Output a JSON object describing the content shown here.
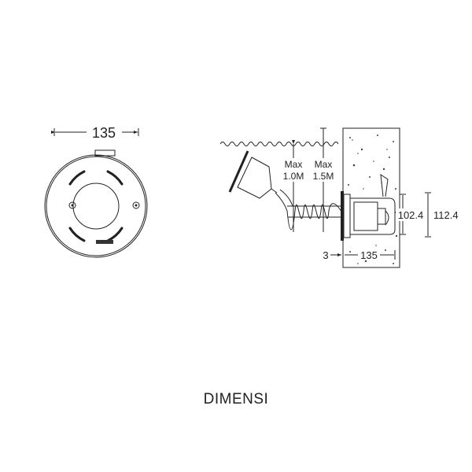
{
  "front_view": {
    "width_label": "135"
  },
  "side_view": {
    "depth_labels": [
      {
        "line1": "Max",
        "line2": "1.0M"
      },
      {
        "line1": "Max",
        "line2": "1.5M"
      }
    ],
    "inner_height_label": "102.4",
    "outer_height_label": "112.4",
    "flange_label": "3",
    "depth_label": "135"
  },
  "caption": "DIMENSI",
  "colors": {
    "line": "#222222",
    "background": "#ffffff"
  }
}
